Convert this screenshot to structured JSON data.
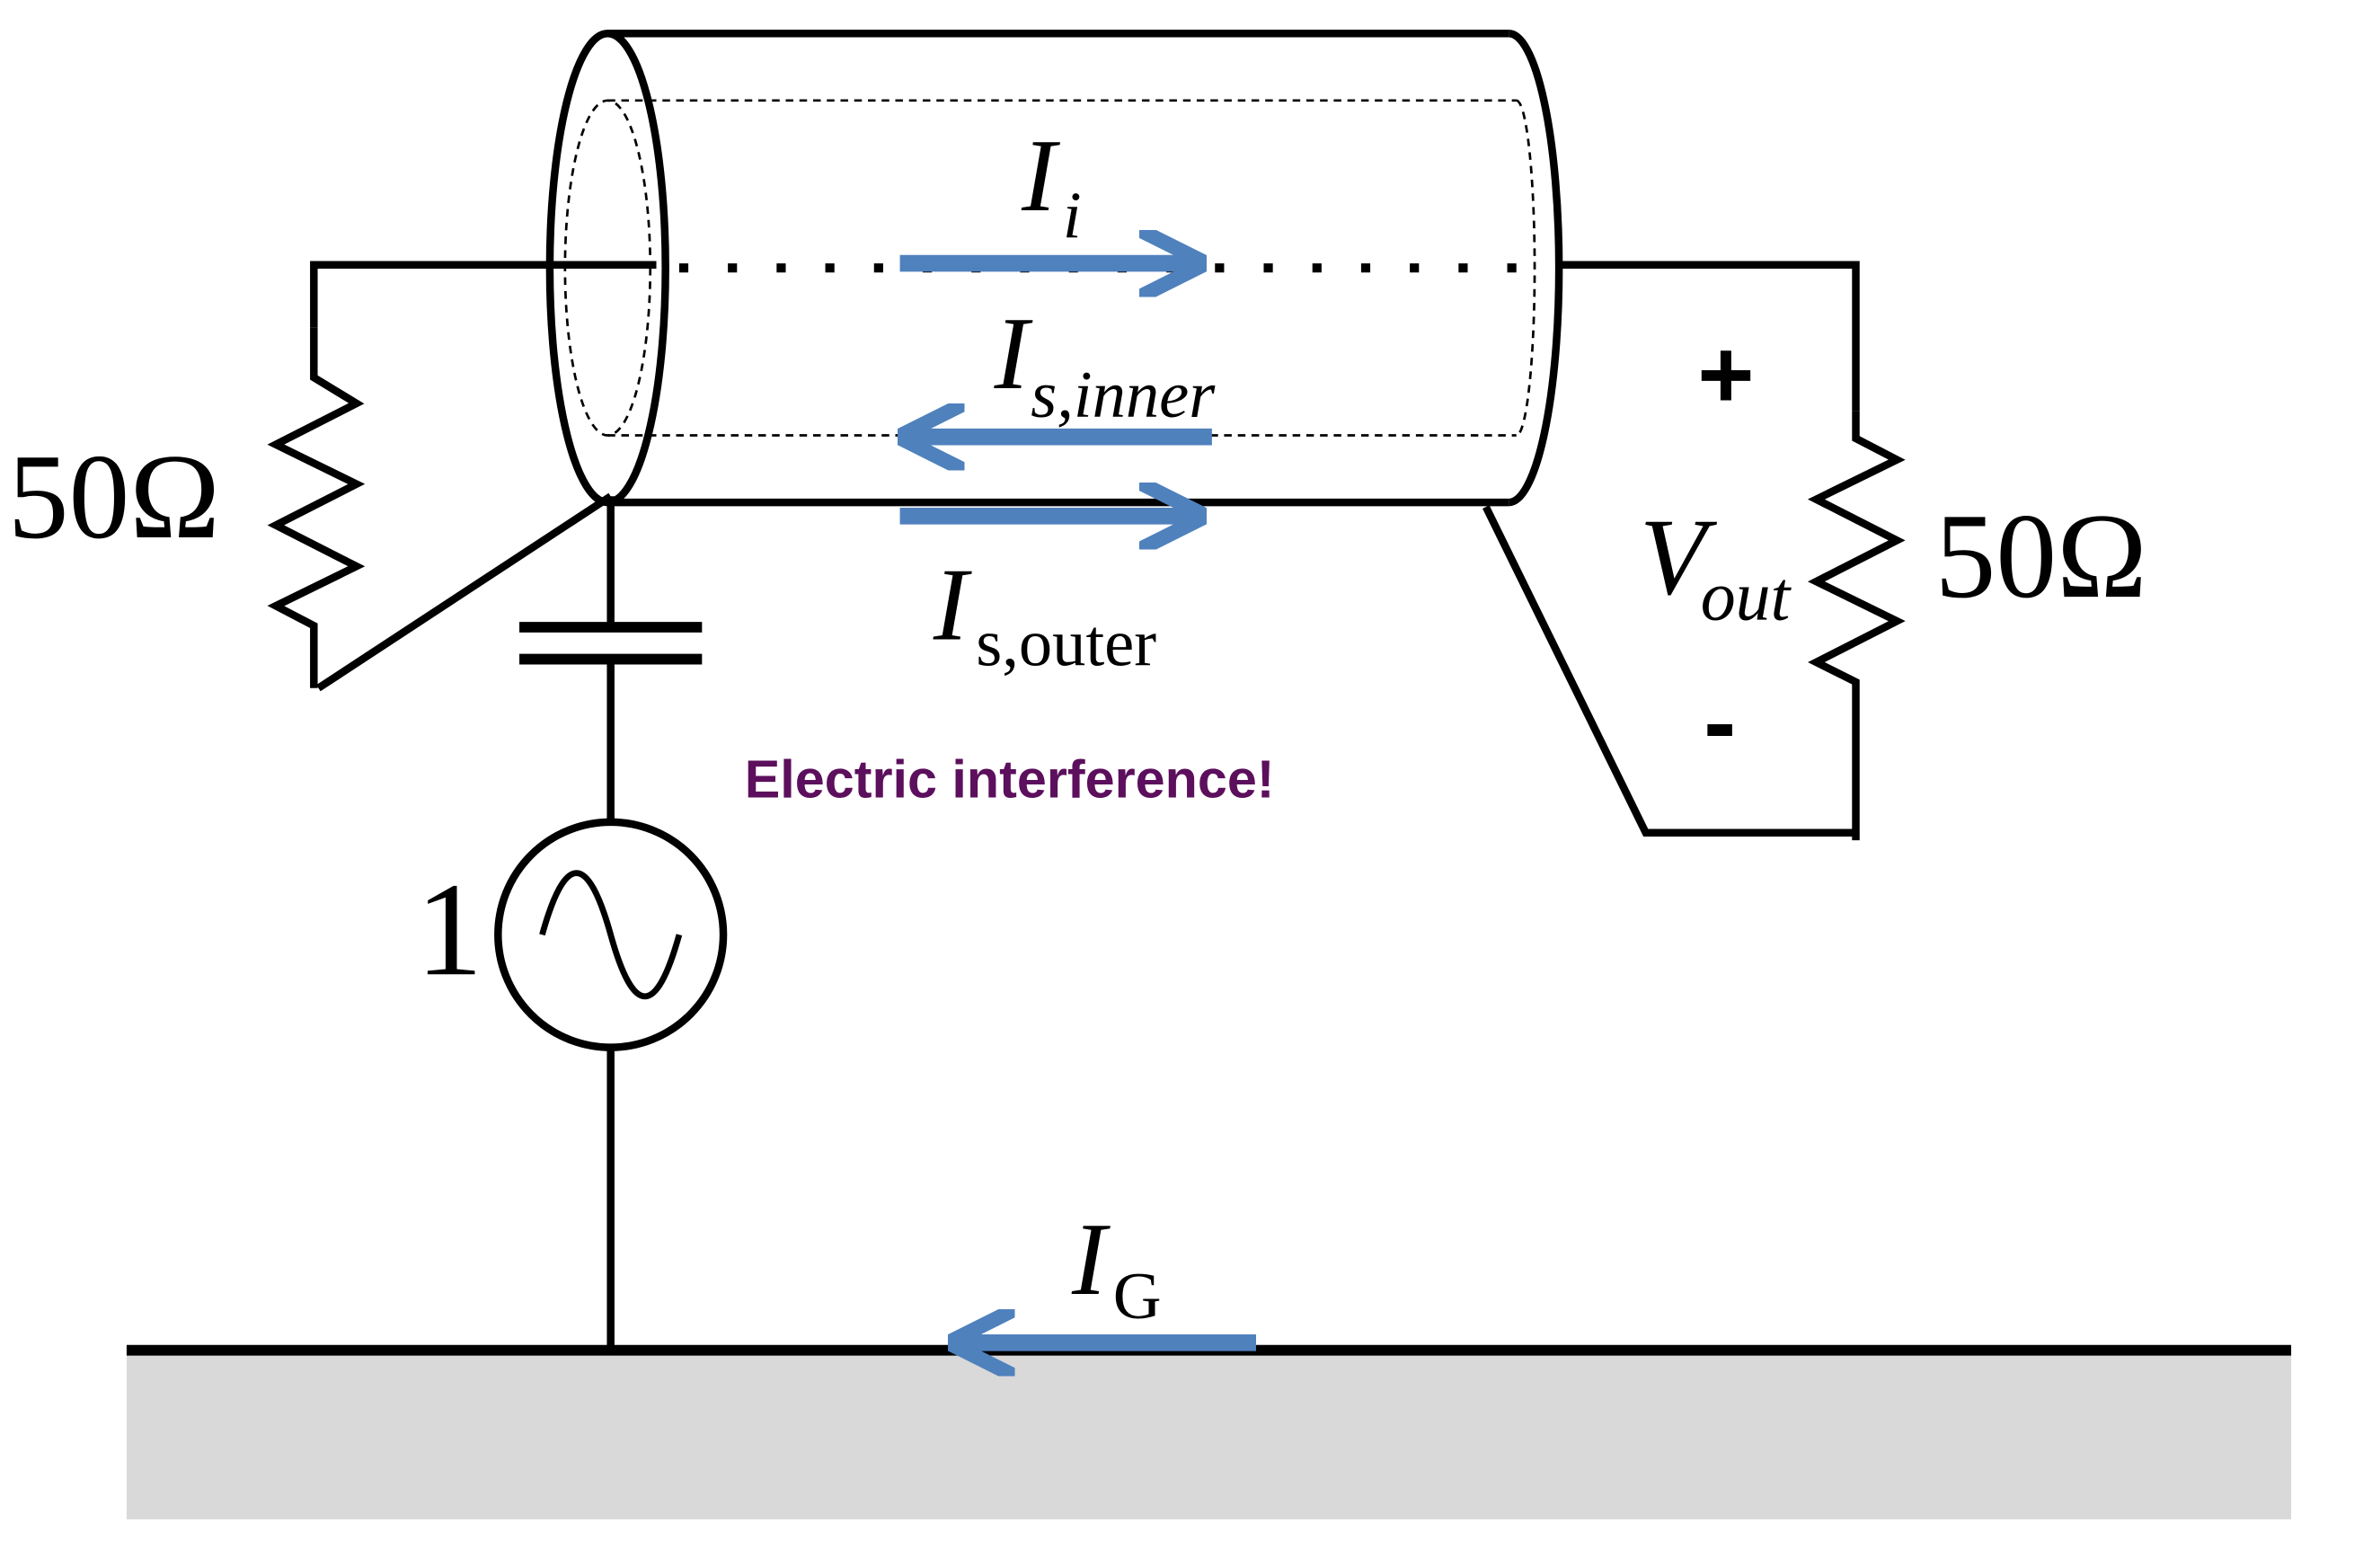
{
  "labels": {
    "r_left": "50Ω",
    "r_right": "50Ω",
    "source_value": "1",
    "i_inner_main": "I",
    "i_inner_sub": "i",
    "is_inner_main": "I",
    "is_inner_sub": "s,inner",
    "is_outer_main": "I",
    "is_outer_sub": "s,outer",
    "vout_main": "V",
    "vout_sub": "out",
    "plus": "+",
    "minus": "-",
    "ig_main": "I",
    "ig_sub": "G",
    "interference": "Electric interference!"
  },
  "colors": {
    "wire": "#000000",
    "arrow": "#4f81bd",
    "ground": "#d9d9d9",
    "interference": "#5c0f5c"
  },
  "icons": {
    "source": "ac-source-sine-icon",
    "capacitor": "capacitor-icon",
    "resistor": "resistor-zigzag-icon"
  }
}
